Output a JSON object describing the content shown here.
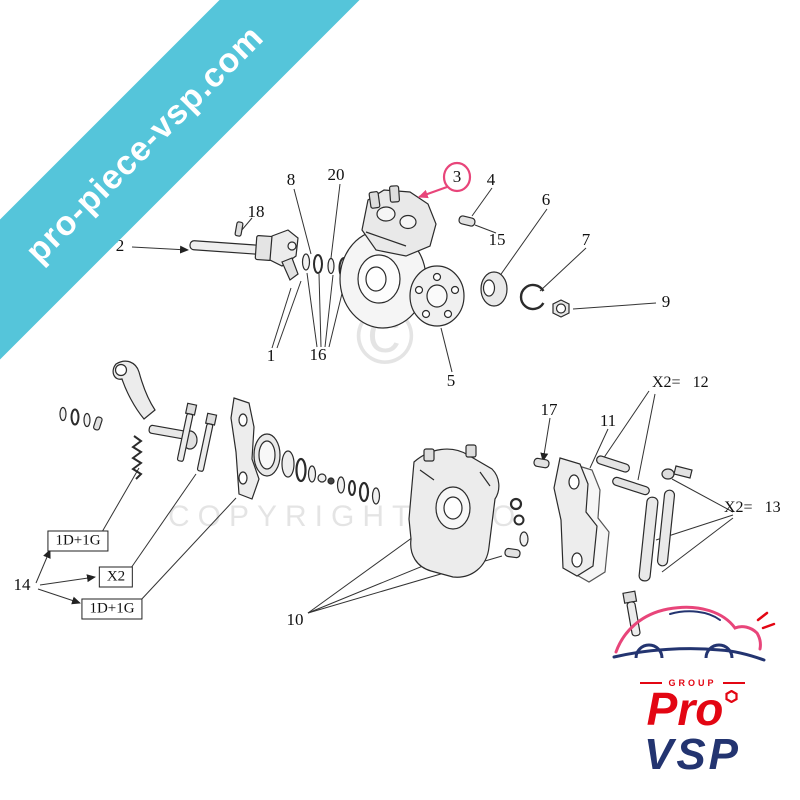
{
  "banner": {
    "text": "pro-piece-vsp.com",
    "color": "#55c5da"
  },
  "watermark": {
    "text": "COPYRIGHT PRO",
    "symbol": "©"
  },
  "callouts": {
    "n1": "1",
    "n2": "2",
    "n3": "3",
    "n4": "4",
    "n5": "5",
    "n6": "6",
    "n7": "7",
    "n8": "8",
    "n9": "9",
    "n10": "10",
    "n11": "11",
    "n12": "12",
    "n13": "13",
    "n14": "14",
    "n15": "15",
    "n16": "16",
    "n17": "17",
    "n18": "18",
    "n20": "20"
  },
  "multipliers": {
    "m12_prefix": "X2=",
    "m13_prefix": "X2="
  },
  "boxes": {
    "top": "1D+1G",
    "middle": "X2",
    "bottom": "1D+1G"
  },
  "logo": {
    "group": "GROUP",
    "pro": "Pro",
    "vsp": "VSP",
    "hexagon_icon": "hexagon-outline",
    "red": "#e30613",
    "navy": "#233470",
    "pink": "#e8457a"
  },
  "colors": {
    "highlight": "#e8457a",
    "line": "#2b2b2b"
  }
}
